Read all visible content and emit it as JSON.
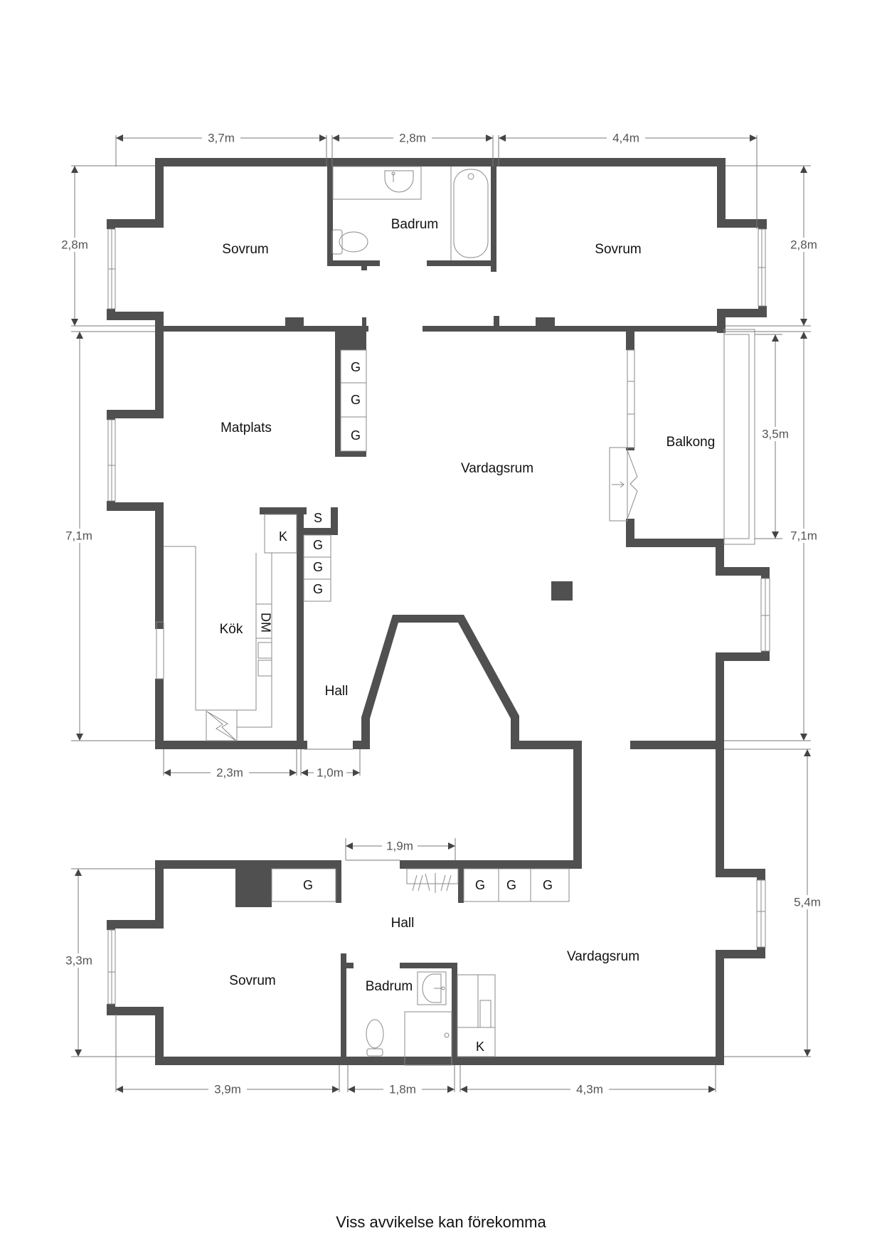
{
  "plan": {
    "rooms": {
      "sovrum_top_left": "Sovrum",
      "badrum_top": "Badrum",
      "sovrum_top_right": "Sovrum",
      "matplats": "Matplats",
      "vardagsrum_middle": "Vardagsrum",
      "balkong": "Balkong",
      "kok": "Kök",
      "hall_middle": "Hall",
      "hall_bottom": "Hall",
      "sovrum_bottom": "Sovrum",
      "badrum_bottom": "Badrum",
      "vardagsrum_bottom": "Vardagsrum"
    },
    "fixtures": {
      "g1": "G",
      "g2": "G",
      "g3": "G",
      "s": "S",
      "k_kitchen": "K",
      "g4": "G",
      "g5": "G",
      "g6": "G",
      "dm": "DM",
      "g7": "G",
      "g8": "G",
      "g9": "G",
      "g10": "G",
      "k_bottom": "K"
    },
    "dimensions": {
      "top_1": "3,7m",
      "top_2": "2,8m",
      "top_3": "4,4m",
      "left_top": "2,8m",
      "right_top": "2,8m",
      "left_middle": "7,1m",
      "right_balcony": "3,5m",
      "right_middle": "7,1m",
      "mid_1": "2,3m",
      "mid_2": "1,0m",
      "hall_bottom": "1,9m",
      "left_bottom": "3,3m",
      "right_bottom": "5,4m",
      "bottom_1": "3,9m",
      "bottom_2": "1,8m",
      "bottom_3": "4,3m"
    }
  },
  "footer": {
    "disclaimer": "Viss avvikelse kan förekomma"
  },
  "colors": {
    "wall": "#505050",
    "background": "#ffffff",
    "dimension_line": "#7a7a7a"
  }
}
